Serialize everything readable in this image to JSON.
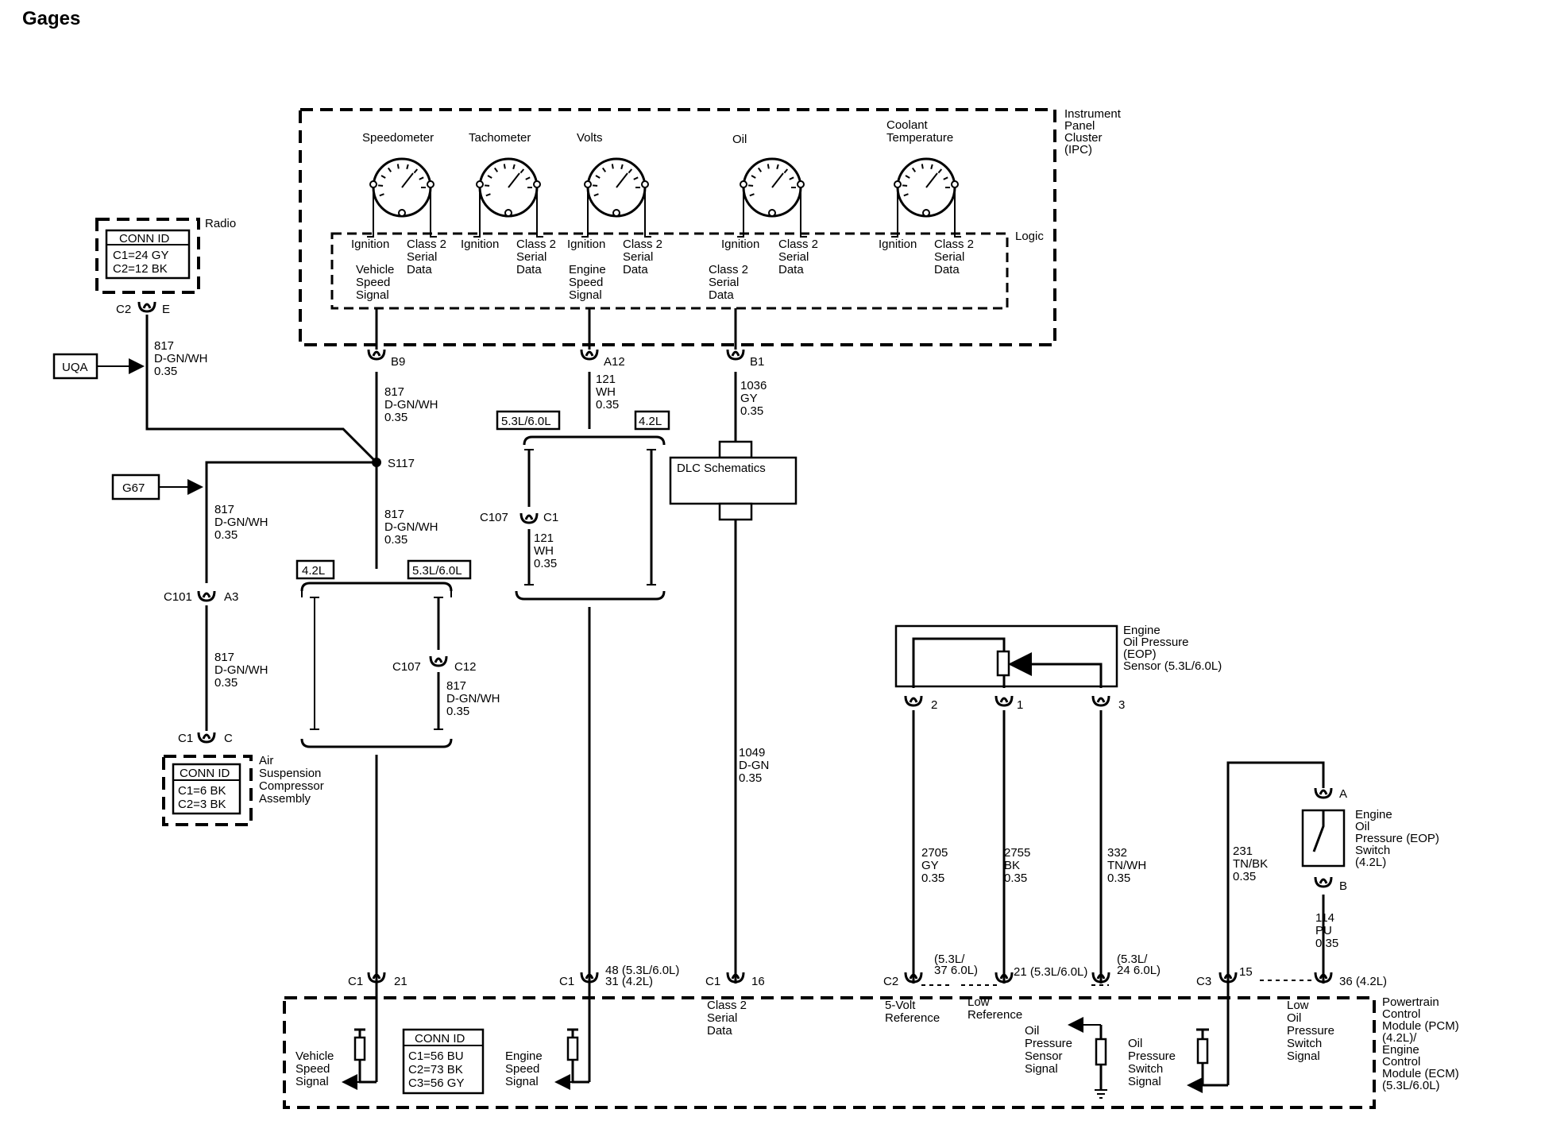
{
  "title": "Gages",
  "ipc": {
    "name": [
      "Instrument",
      "Panel",
      "Cluster",
      "(IPC)"
    ],
    "logic": "Logic",
    "gauges": [
      {
        "name": [
          "Speedometer"
        ]
      },
      {
        "name": [
          "Tachometer"
        ]
      },
      {
        "name": [
          "Volts"
        ]
      },
      {
        "name": [
          "Oil"
        ]
      },
      {
        "name": [
          "Coolant",
          "Temperature"
        ]
      }
    ],
    "pins": [
      [
        "Ignition"
      ],
      [
        "Class 2",
        "Serial",
        "Data"
      ],
      [
        "Ignition"
      ],
      [
        "Class 2",
        "Serial",
        "Data"
      ],
      [
        "Ignition"
      ],
      [
        "Class 2",
        "Serial",
        "Data"
      ],
      [
        "Ignition"
      ],
      [
        "Class 2",
        "Serial",
        "Data"
      ],
      [
        "Ignition"
      ],
      [
        "Class 2",
        "Serial",
        "Data"
      ]
    ],
    "signals": [
      [
        "Vehicle",
        "Speed",
        "Signal"
      ],
      [
        "Engine",
        "Speed",
        "Signal"
      ],
      [
        "Class 2",
        "Serial",
        "Data"
      ]
    ],
    "connectors": [
      "B9",
      "A12",
      "B1"
    ]
  },
  "radio": {
    "name": "Radio",
    "conn_id": "CONN ID",
    "c1": "C1=24 GY",
    "c2": "C2=12 BK",
    "conn": "C2",
    "pin": "E"
  },
  "uqa": "UQA",
  "g67": "G67",
  "wire_817": [
    "817",
    "D-GN/WH",
    "0.35"
  ],
  "splice": "S117",
  "c101": {
    "conn": "C101",
    "pin": "A3"
  },
  "air_susp": {
    "name": [
      "Air",
      "Suspension",
      "Compressor",
      "Assembly"
    ],
    "conn_id": "CONN ID",
    "c1": "C1=6 BK",
    "c2": "C2=3 BK",
    "conn": "C1",
    "pin": "C"
  },
  "opt_42": "4.2L",
  "opt_5360": "5.3L/6.0L",
  "c107_c12": {
    "conn": "C107",
    "pin": "C12"
  },
  "c107_c1": {
    "conn": "C107",
    "pin": "C1"
  },
  "wire_121": [
    "121",
    "WH",
    "0.35"
  ],
  "wire_1036": [
    "1036",
    "GY",
    "0.35"
  ],
  "dlc": "DLC Schematics",
  "wire_1049": [
    "1049",
    "D-GN",
    "0.35"
  ],
  "eop_sensor": {
    "name": [
      "Engine",
      "Oil Pressure",
      "(EOP)",
      "Sensor (5.3L/6.0L)"
    ],
    "pins": [
      "2",
      "1",
      "3"
    ]
  },
  "wire_2705": [
    "2705",
    "GY",
    "0.35"
  ],
  "wire_2755": [
    "2755",
    "BK",
    "0.35"
  ],
  "wire_332": [
    "332",
    "TN/WH",
    "0.35"
  ],
  "eop_switch": {
    "name": [
      "Engine",
      "Oil",
      "Pressure (EOP)",
      "Switch",
      "(4.2L)"
    ],
    "pin_a": "A",
    "pin_b": "B"
  },
  "wire_231": [
    "231",
    "TN/BK",
    "0.35"
  ],
  "wire_114": [
    "114",
    "PU",
    "0.35"
  ],
  "pcm_pins": {
    "c1_21": {
      "conn": "C1",
      "pin": "21"
    },
    "c1_48": {
      "conn": "C1",
      "pin": [
        "48 (5.3L/6.0L)",
        "31 (4.2L)"
      ]
    },
    "c1_16": {
      "conn": "C1",
      "pin": "16"
    },
    "c2_37": {
      "conn": "C2",
      "pin": [
        "(5.3L/",
        "37 6.0L)"
      ]
    },
    "p21": "21 (5.3L/6.0L)",
    "p24": [
      "(5.3L/",
      "24 6.0L)"
    ],
    "c3_15": {
      "conn": "C3",
      "pin": "15"
    },
    "p36": "36 (4.2L)"
  },
  "pcm": {
    "name": [
      "Powertrain",
      "Control",
      "Module (PCM)",
      "(4.2L)/",
      "Engine",
      "Control",
      "Module (ECM)",
      "(5.3L/6.0L)"
    ],
    "conn_id": "CONN ID",
    "c1": "C1=56 BU",
    "c2": "C2=73 BK",
    "c3": "C3=56 GY",
    "labels": {
      "vss": [
        "Vehicle",
        "Speed",
        "Signal"
      ],
      "ess": [
        "Engine",
        "Speed",
        "Signal"
      ],
      "c2sd": [
        "Class 2",
        "Serial",
        "Data"
      ],
      "ref5": [
        "5-Volt",
        "Reference"
      ],
      "lowref": [
        "Low",
        "Reference"
      ],
      "ops": [
        "Oil",
        "Pressure",
        "Sensor",
        "Signal"
      ],
      "oss": [
        "Oil",
        "Pressure",
        "Switch",
        "Signal"
      ],
      "lops": [
        "Low",
        "Oil",
        "Pressure",
        "Switch",
        "Signal"
      ]
    }
  }
}
